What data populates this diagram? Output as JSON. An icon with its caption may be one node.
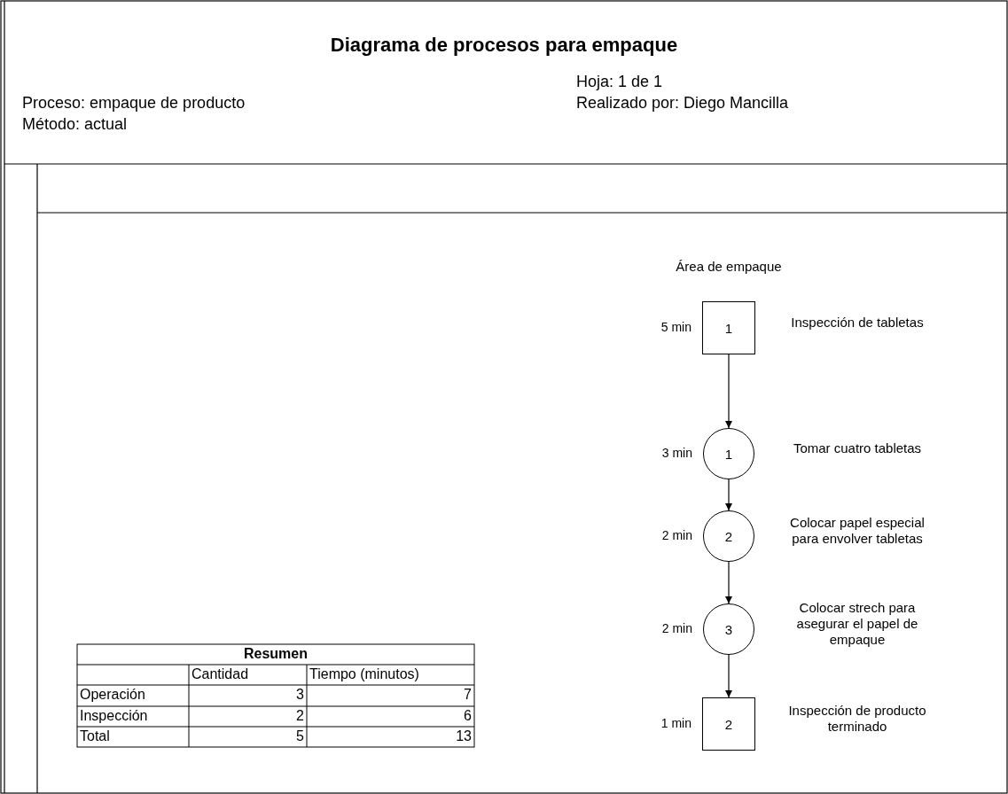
{
  "diagram": {
    "title": "Diagrama de procesos para empaque",
    "nodes": [
      {
        "text": [
          "1"
        ],
        "beside": [
          "5 min",
          "Inspección de tabletas"
        ]
      },
      {
        "text": [
          "1"
        ],
        "beside": [
          "3 min",
          "Tomar cuatro tabletas"
        ]
      },
      {
        "text": [
          "2"
        ],
        "beside": [
          "2 min",
          "Colocar papel especial para envolver tabletas"
        ]
      },
      {
        "text": [
          "3"
        ],
        "beside": [
          "2 min",
          "Colocar strech para asegurar el papel de empaque"
        ]
      },
      {
        "text": [
          "2"
        ],
        "beside": [
          "1 min",
          "Inspección de producto terminado"
        ]
      }
    ],
    "edges": [
      {
        "from": 0,
        "to": 1,
        "arrow": "to"
      },
      {
        "from": 1,
        "to": 2,
        "arrow": "to"
      },
      {
        "from": 2,
        "to": 3,
        "arrow": "to"
      },
      {
        "from": 3,
        "to": 4,
        "arrow": "to"
      }
    ],
    "labels": [
      "Proceso: empaque de producto",
      "Método: actual",
      "Hoja: 1 de 1",
      "Realizado por: Diego Mancilla",
      "Área de empaque",
      "Resumen",
      "Cantidad",
      "Tiempo (minutos)",
      "Operación",
      "3",
      "7",
      "Inspección",
      "2",
      "6",
      "Total",
      "5",
      "13"
    ]
  }
}
